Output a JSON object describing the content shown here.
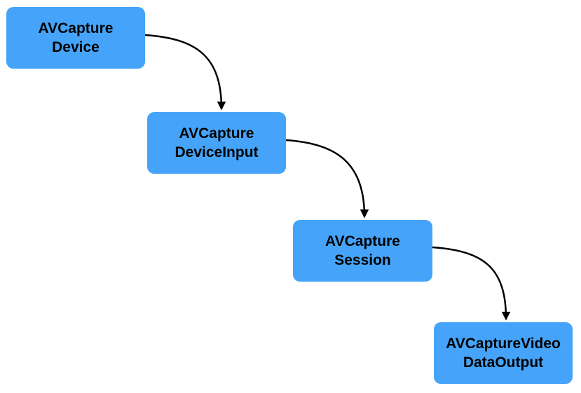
{
  "nodes": [
    {
      "line1": "AVCapture",
      "line2": "Device"
    },
    {
      "line1": "AVCapture",
      "line2": "DeviceInput"
    },
    {
      "line1": "AVCapture",
      "line2": "Session"
    },
    {
      "line1": "AVCaptureVideo",
      "line2": "DataOutput"
    }
  ],
  "colors": {
    "node_fill": "#45a4f9",
    "connector": "#000000",
    "background": "#ffffff"
  }
}
